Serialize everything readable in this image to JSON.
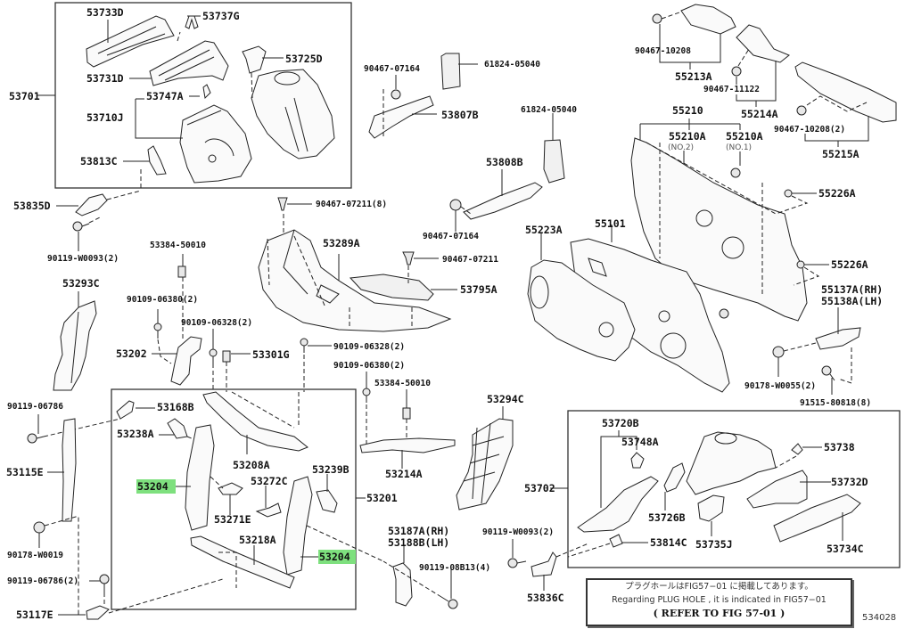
{
  "diagram": {
    "title": "Front fender apron & dash panel parts diagram",
    "figure_id": "534028",
    "highlight_color": "#7ee07e",
    "groups": [
      {
        "group": "53701",
        "parts": [
          "53733D",
          "53737G",
          "53731D",
          "53725D",
          "53747A",
          "53710J",
          "53813C"
        ]
      },
      {
        "group": "53201",
        "parts": [
          "53168B",
          "53238A",
          "53208A",
          "53204",
          "53239B",
          "53272C",
          "53271E",
          "53218A",
          "53204"
        ]
      },
      {
        "group": "53702",
        "parts": [
          "53720B",
          "53748A",
          "53738",
          "53732D",
          "53726B",
          "53814C",
          "53735J",
          "53734C"
        ]
      },
      {
        "group": "55210",
        "parts": [
          "55210A (NO.2)",
          "55210A (NO.1)"
        ]
      }
    ],
    "labels": {
      "l53733D": "53733D",
      "l53737G": "53737G",
      "l53725D": "53725D",
      "l53701": "53701",
      "l53731D": "53731D",
      "l53747A": "53747A",
      "l53710J": "53710J",
      "l53813C": "53813C",
      "l53835D": "53835D",
      "l90119W0093a": "90119-W0093(2)",
      "l90467_07164a": "90467-07164",
      "l61824a": "61824-05040",
      "l53807B": "53807B",
      "l61824b": "61824-05040",
      "l53808B": "53808B",
      "l90467_07164b": "90467-07164",
      "l90467_07211_8": "90467-07211(8)",
      "l53289A": "53289A",
      "l90467_07211": "90467-07211",
      "l53795A": "53795A",
      "l53384a": "53384-50010",
      "l90109_06380a": "90109-06380(2)",
      "l90109_06328a": "90109-06328(2)",
      "l53293C": "53293C",
      "l53202": "53202",
      "l53301G": "53301G",
      "l90109_06328b": "90109-06328(2)",
      "l90109_06380b": "90109-06380(2)",
      "l53384b": "53384-50010",
      "l90467_10208": "90467-10208",
      "l55213A": "55213A",
      "l90467_11122": "90467-11122",
      "l55214A": "55214A",
      "l55210": "55210",
      "l55210A_2": "55210A",
      "l55210A_2n": "(NO.2)",
      "l55210A_1": "55210A",
      "l55210A_1n": "(NO.1)",
      "l90467_10208_2": "90467-10208(2)",
      "l55215A": "55215A",
      "l55226A_a": "55226A",
      "l55223A": "55223A",
      "l55101": "55101",
      "l55226A_b": "55226A",
      "l55137A": "55137A(RH)",
      "l55138A": "55138A(LH)",
      "l90178_W0055": "90178-W0055(2)",
      "l91515": "91515-80818(8)",
      "l90119_06786": "90119-06786",
      "l53115E": "53115E",
      "l90178_W0019": "90178-W0019",
      "l90119_06786_2": "90119-06786(2)",
      "l53117E": "53117E",
      "l53168B": "53168B",
      "l53238A": "53238A",
      "l53208A": "53208A",
      "l53204a": "53204",
      "l53239B": "53239B",
      "l53272C": "53272C",
      "l53271E": "53271E",
      "l53218A": "53218A",
      "l53204b": "53204",
      "l53201": "53201",
      "l53214A": "53214A",
      "l53294C": "53294C",
      "l53187A": "53187A(RH)",
      "l53188B": "53188B(LH)",
      "l90119_08B13": "90119-08B13(4)",
      "l90119_W0093b": "90119-W0093(2)",
      "l53836C": "53836C",
      "l53702": "53702",
      "l53720B": "53720B",
      "l53748A": "53748A",
      "l53738": "53738",
      "l53732D": "53732D",
      "l53726B": "53726B",
      "l53814C": "53814C",
      "l53735J": "53735J",
      "l53734C": "53734C"
    },
    "highlighted_parts": [
      "53204"
    ],
    "note": {
      "japanese": "プラグホールはFIG57−01 に掲載してあります。",
      "english": "Regarding PLUG HOLE , it is indicated in FIG57−01",
      "reference": "( REFER TO FIG 57-01 )"
    }
  }
}
